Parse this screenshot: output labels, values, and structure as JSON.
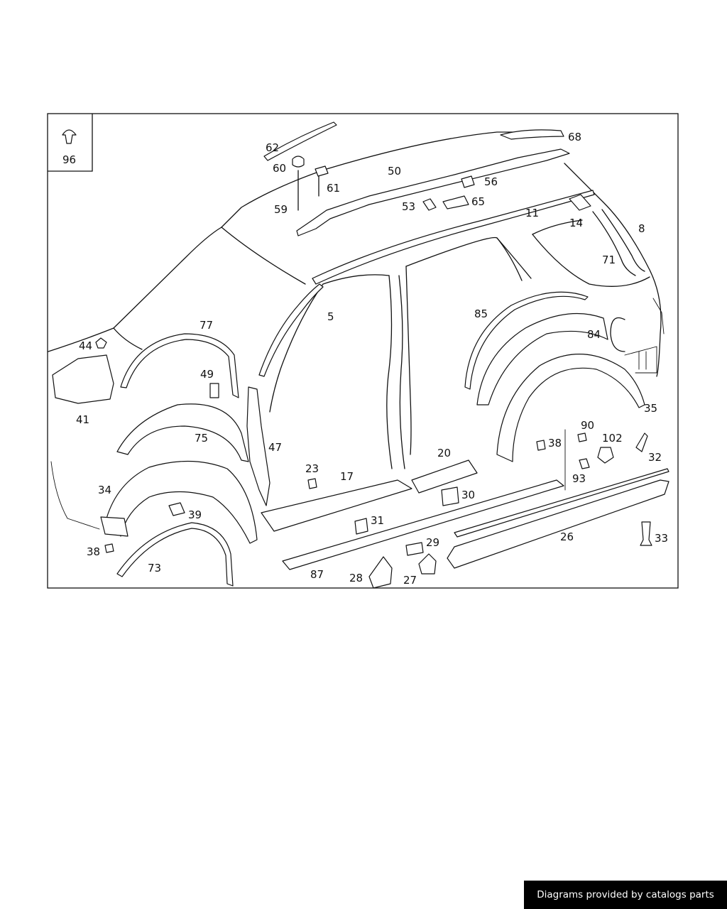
{
  "callouts": {
    "c96": "96",
    "c62": "62",
    "c60": "60",
    "c59": "59",
    "c61": "61",
    "c50": "50",
    "c56": "56",
    "c53": "53",
    "c65": "65",
    "c68": "68",
    "c11": "11",
    "c14": "14",
    "c8": "8",
    "c71": "71",
    "c5": "5",
    "c85": "85",
    "c84": "84",
    "c77": "77",
    "c44": "44",
    "c41": "41",
    "c49": "49",
    "c47": "47",
    "c75": "75",
    "c34": "34",
    "c38a": "38",
    "c39": "39",
    "c73": "73",
    "c23": "23",
    "c17": "17",
    "c20": "20",
    "c30": "30",
    "c31": "31",
    "c87": "87",
    "c28": "28",
    "c27": "27",
    "c29": "29",
    "c26": "26",
    "c35": "35",
    "c90": "90",
    "c102": "102",
    "c38b": "38",
    "c93": "93",
    "c32": "32",
    "c33": "33"
  },
  "footer": {
    "credit": "Diagrams provided by catalogs parts"
  }
}
